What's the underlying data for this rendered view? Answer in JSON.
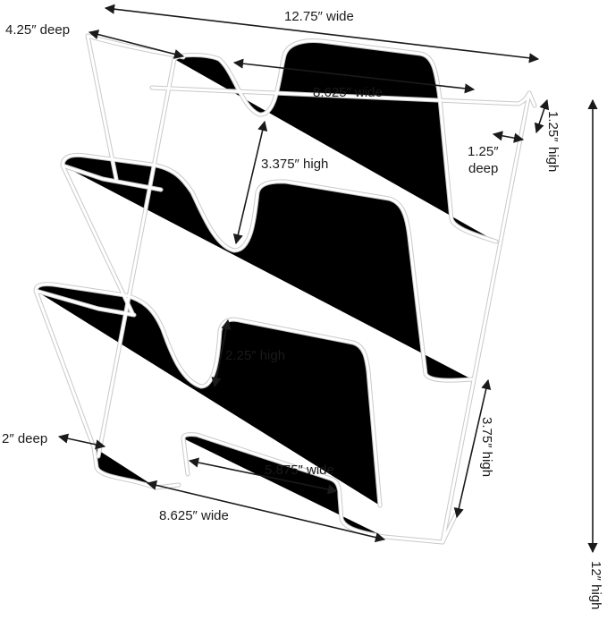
{
  "dimensions": {
    "overall_width": "12.75″ wide",
    "overall_depth": "4.25″ deep",
    "top_inner_width": "8.625″ wide",
    "top_slot_depth_value": "1.25″",
    "top_slot_depth_unit": "deep",
    "top_slot_height_value": "1.25″",
    "top_slot_height_unit": "high",
    "upper_cutout_height": "3.375″ high",
    "middle_cutout_height": "2.25″ high",
    "bottom_depth": "2″ deep",
    "bottom_cutout_width": "5.875″ wide",
    "bottom_inner_width": "8.625″ wide",
    "side_height": "3.75″ high",
    "overall_height": "12″ high"
  },
  "colors": {
    "wire_fill": "#ffffff",
    "wire_edge": "#c9c9c9",
    "dimension_line": "#1a1a1a"
  }
}
